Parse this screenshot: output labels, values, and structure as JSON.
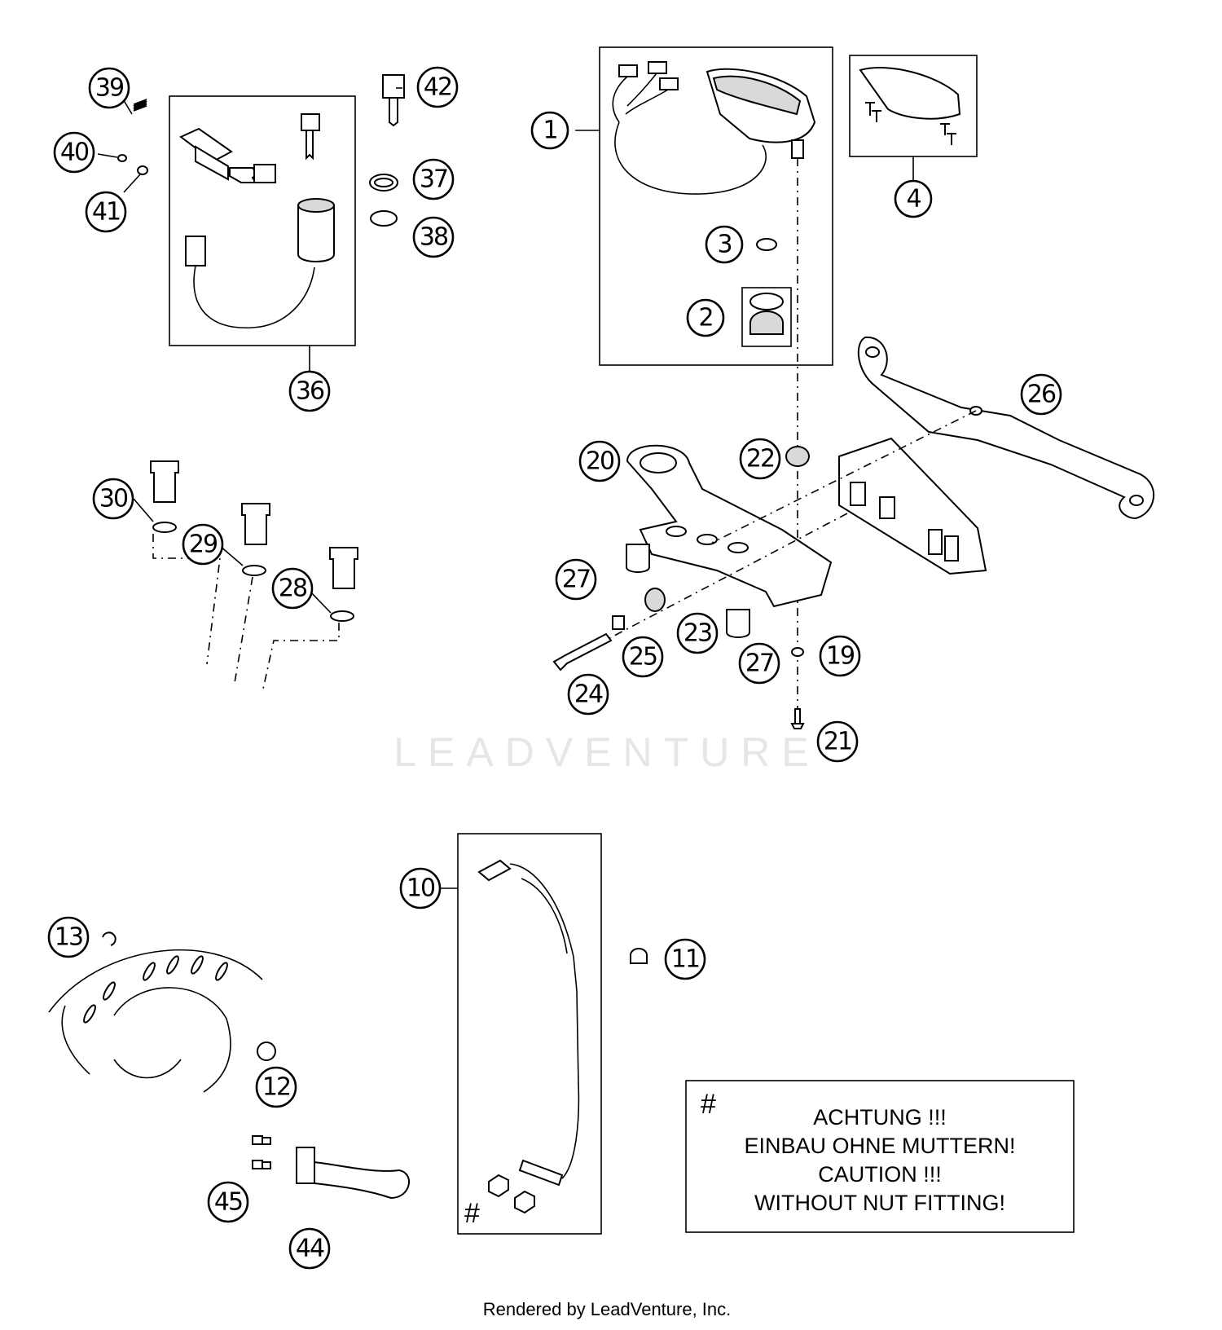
{
  "watermark": "LEADVENTURE",
  "footer": "Rendered by LeadVenture, Inc.",
  "note": {
    "symbol": "#",
    "lines": [
      "ACHTUNG !!!",
      "EINBAU OHNE MUTTERN!",
      "CAUTION !!!",
      "WITHOUT NUT FITTING!"
    ]
  },
  "cable_note_symbol": "#",
  "callouts": [
    "1",
    "2",
    "3",
    "4",
    "10",
    "11",
    "12",
    "13",
    "19",
    "20",
    "21",
    "22",
    "23",
    "24",
    "25",
    "26",
    "27",
    "27",
    "28",
    "29",
    "30",
    "36",
    "37",
    "38",
    "39",
    "40",
    "41",
    "42",
    "44",
    "45"
  ]
}
